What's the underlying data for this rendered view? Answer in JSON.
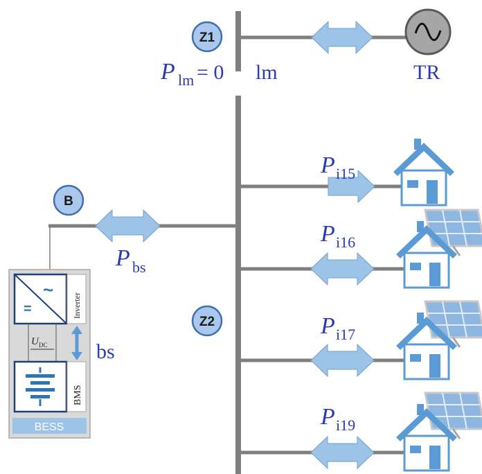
{
  "colors": {
    "bus": "#7f7f7f",
    "arrow": "#9dc3e6",
    "arrow_stroke": "#6f9fd0",
    "badge_fill": "#a9c8ec",
    "badge_stroke": "#3f6fb0",
    "house": "#5b9bd5",
    "label": "#2a3ab8",
    "bess_panel": "#d9d9d9",
    "bess_bar": "#9dc3e6"
  },
  "nodes": {
    "z1": "Z1",
    "z2": "Z2",
    "b": "B"
  },
  "labels": {
    "p_lm_sym": "P",
    "p_lm_sub": "lm",
    "p_lm_eq": "= 0",
    "lm": "lm",
    "tr": "TR",
    "p_bs_sym": "P",
    "p_bs_sub": "bs",
    "bs": "bs"
  },
  "loads": [
    {
      "sym": "P",
      "sub": "i15",
      "has_solar": false
    },
    {
      "sym": "P",
      "sub": "i16",
      "has_solar": true
    },
    {
      "sym": "P",
      "sub": "i17",
      "has_solar": true
    },
    {
      "sym": "P",
      "sub": "i19",
      "has_solar": true
    }
  ],
  "bess": {
    "inverter": "Inverter",
    "bms": "BMS",
    "title": "BESS",
    "udc_sym": "U",
    "udc_sub": "DC",
    "eq_glyph": "=",
    "ac_glyph": "~"
  },
  "icons": {
    "transformer": "ac-source-icon",
    "house": "house-icon",
    "solar": "solar-panel-icon",
    "battery": "battery-icon"
  }
}
